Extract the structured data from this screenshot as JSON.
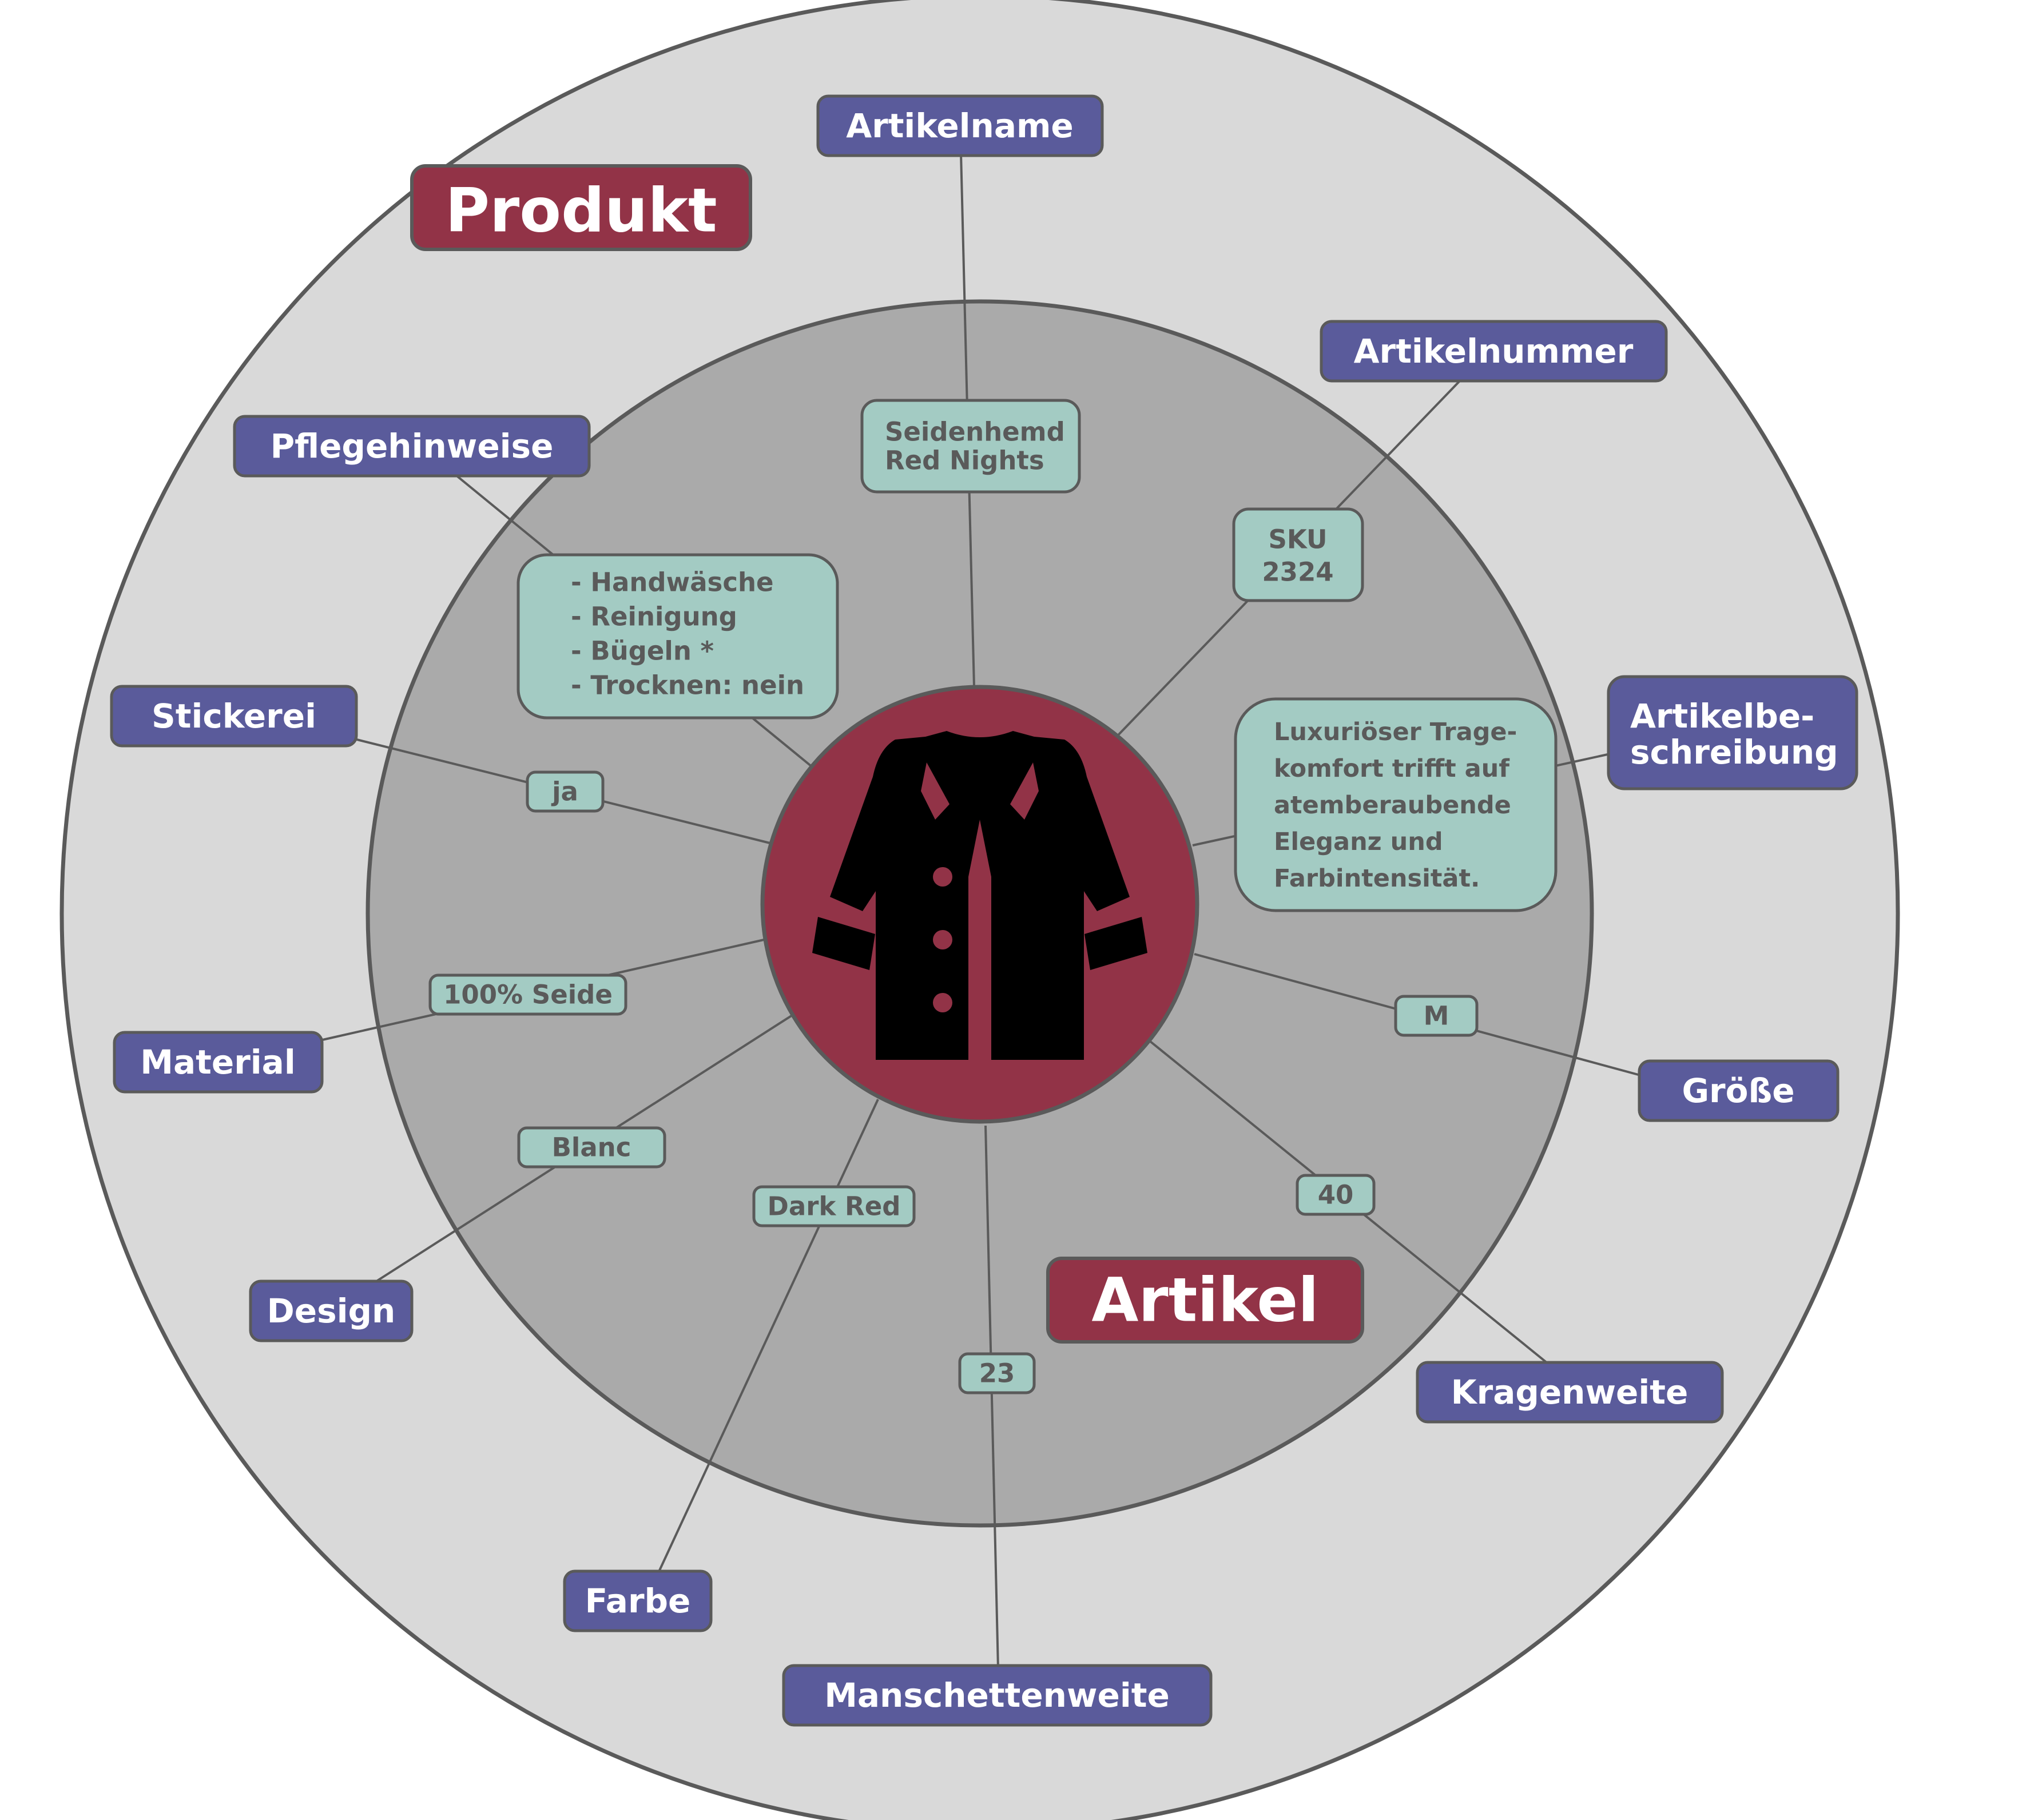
{
  "colors": {
    "outer_ring": "#d9d9d9",
    "inner_ring": "#aaaaaa",
    "outline": "#5a5a5a",
    "center": "#923347",
    "title_box": "#923347",
    "attribute_box": "#5a5b9b",
    "value_box": "#a3cbc3",
    "icon": "#000000"
  },
  "center_icon": "shirt-icon",
  "titles": {
    "produkt": "Produkt",
    "artikel": "Artikel"
  },
  "attributes": {
    "artikelname": "Artikelname",
    "artikelnummer": "Artikelnummer",
    "pflegehinweise": "Pflegehinweise",
    "artikelbeschreibung": [
      "Artikelbe-",
      "schreibung"
    ],
    "stickerei": "Stickerei",
    "material": "Material",
    "groesse": "Größe",
    "design": "Design",
    "kragenweite": "Kragenweite",
    "farbe": "Farbe",
    "manschettenweite": "Manschettenweite"
  },
  "values": {
    "artikelname": [
      "Seidenhemd",
      "Red Nights"
    ],
    "artikelnummer": [
      "SKU",
      "2324"
    ],
    "pflegehinweise": [
      "- Handwäsche",
      "- Reinigung",
      "- Bügeln *",
      "- Trocknen: nein"
    ],
    "artikelbeschreibung": [
      "Luxuriöser Trage-",
      "komfort trifft auf",
      "atemberaubende",
      "Eleganz und",
      "Farbintensität."
    ],
    "stickerei": "ja",
    "material": "100% Seide",
    "groesse": "M",
    "design": "Blanc",
    "kragenweite": "40",
    "farbe": "Dark Red",
    "manschettenweite": "23"
  }
}
